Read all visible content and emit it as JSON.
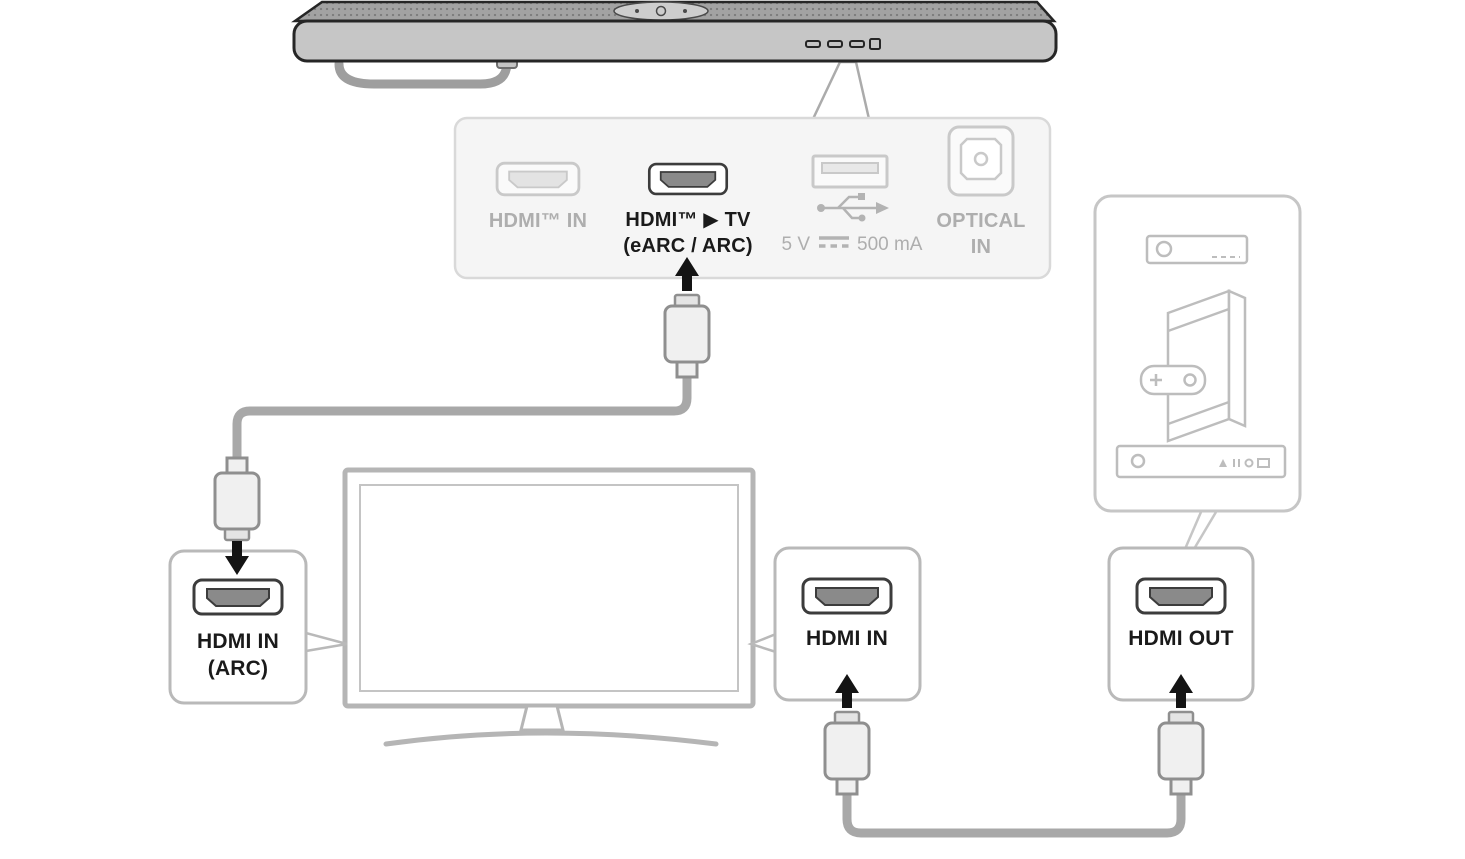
{
  "colors": {
    "active_label": "#1a1a1a",
    "inactive_label": "#aeaeae",
    "panel_fill": "#f5f5f5",
    "panel_border": "#d9d9d9",
    "box_border": "#b9b9b9",
    "cable": "#a8a8a8",
    "soundbar_outline": "#262626"
  },
  "soundbar_rear_panel": {
    "hdmi_in": {
      "label": "HDMI™ IN"
    },
    "hdmi_out_tv": {
      "label": "HDMI™ ▶ TV",
      "sublabel": "(eARC / ARC)"
    },
    "usb": {
      "label_left": "5 V",
      "label_right": "500 mA"
    },
    "optical": {
      "label_line1": "OPTICAL",
      "label_line2": "IN"
    }
  },
  "tv": {
    "arc_box": {
      "line1": "HDMI IN",
      "line2": "(ARC)"
    },
    "hdmi_in_box": {
      "label": "HDMI IN"
    }
  },
  "source_device": {
    "hdmi_out_box": {
      "label": "HDMI OUT"
    }
  }
}
